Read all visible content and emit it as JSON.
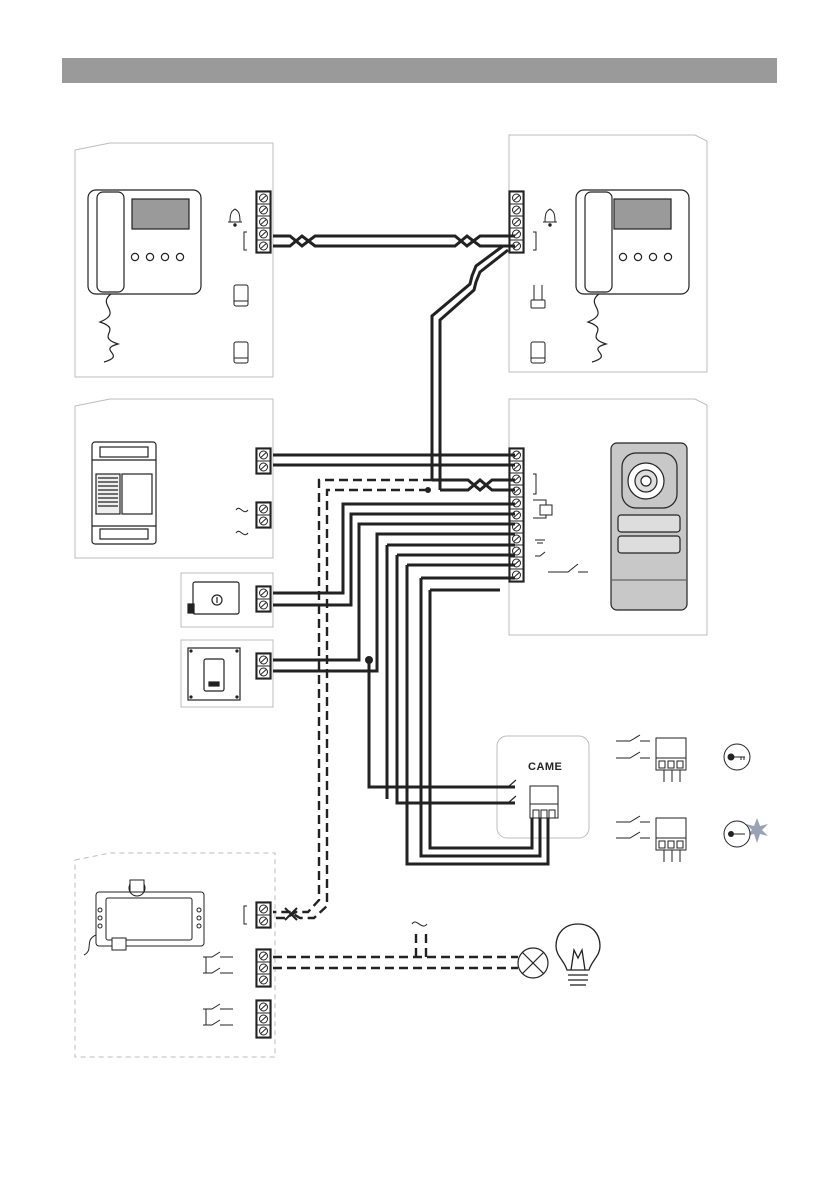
{
  "header": {
    "bar_color": "#9a9a9a",
    "title": ""
  },
  "colors": {
    "line": "#222222",
    "box_border": "#bdbdbd",
    "screen": "#9a9a9a",
    "panel_face": "#c8c8c8",
    "spark": "#9aa3b5"
  },
  "devices": [
    {
      "id": "monitor-left",
      "icon": "video-handset-monitor"
    },
    {
      "id": "monitor-right",
      "icon": "video-handset-monitor"
    },
    {
      "id": "power-supply",
      "icon": "din-rail-power-supply"
    },
    {
      "id": "door-panel",
      "icon": "outdoor-camera-entry-panel"
    },
    {
      "id": "lock-release",
      "icon": "electric-lock"
    },
    {
      "id": "exit-button",
      "icon": "push-button"
    },
    {
      "id": "gate-control",
      "icon": "gate-control-unit",
      "label": "CAME"
    },
    {
      "id": "relay-module",
      "icon": "relay-actuator"
    },
    {
      "id": "lamp",
      "icon": "light-bulb"
    }
  ],
  "symbols": {
    "bell": "bell-icon",
    "ac_supply": "~",
    "key": "key-icon",
    "key_flash": "key-flash-icon"
  }
}
